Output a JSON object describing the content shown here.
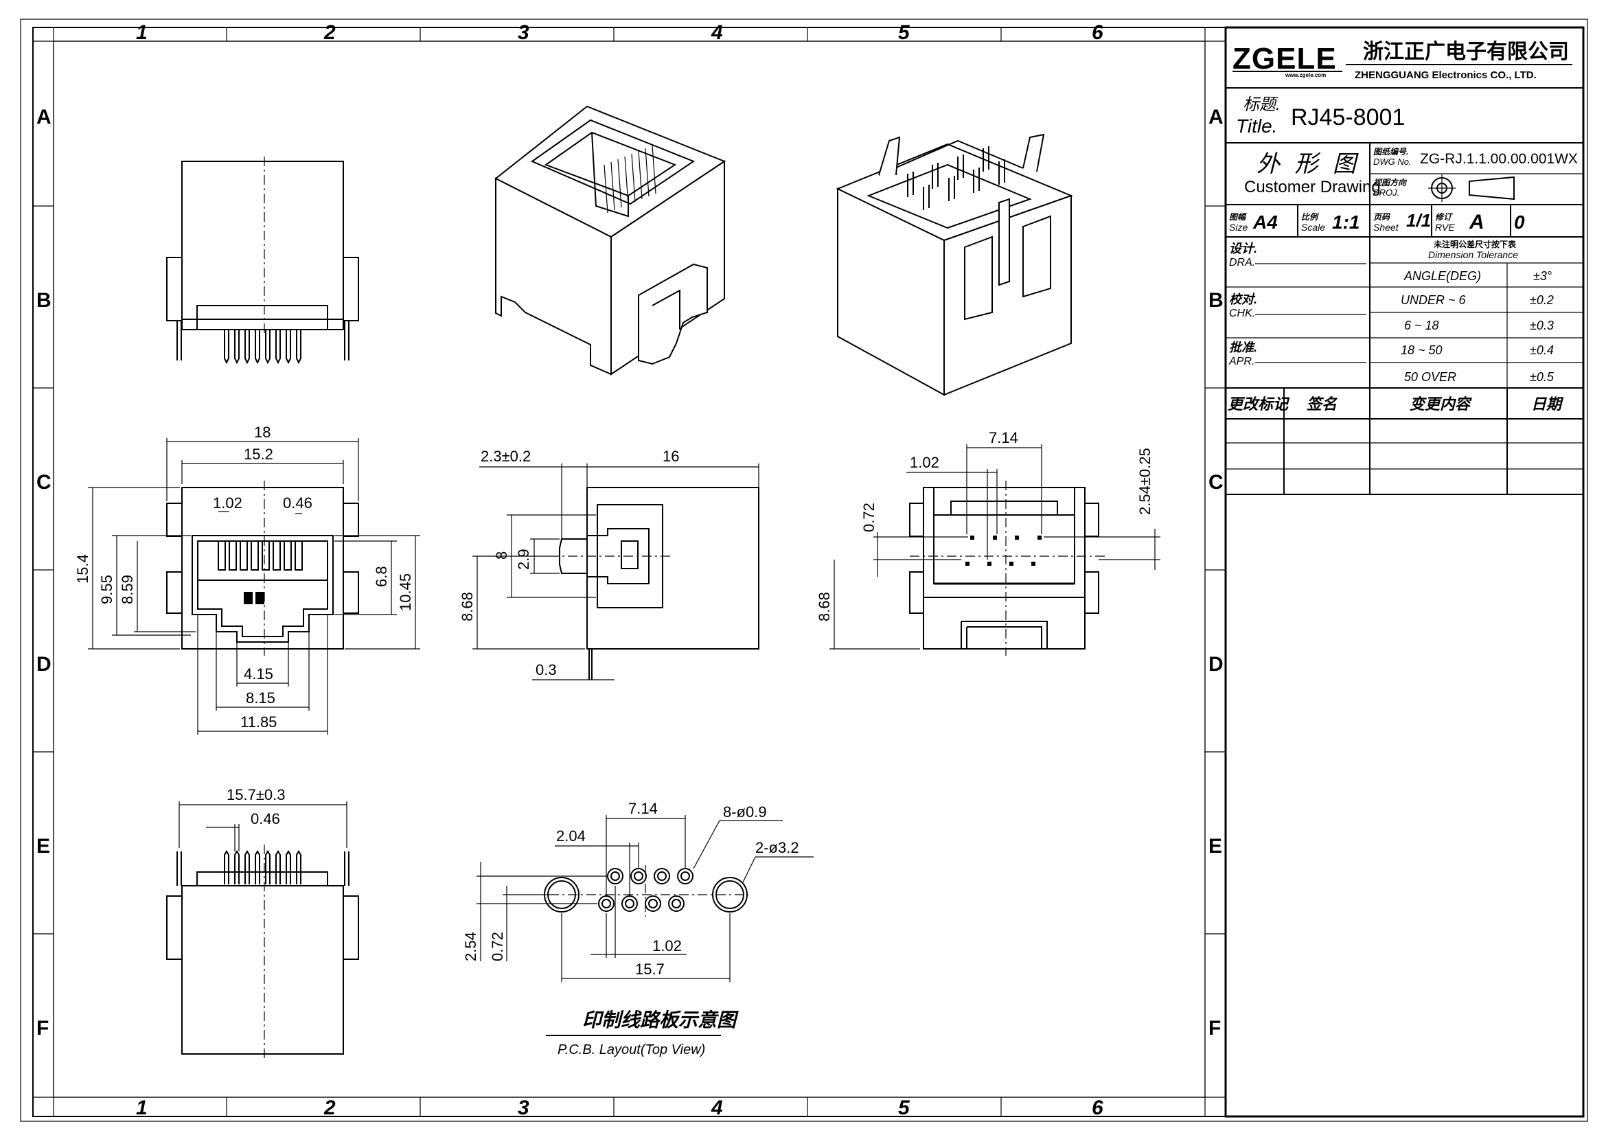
{
  "company": {
    "logo": "ZGELE",
    "logo_url": "www.zgele.com",
    "name_cn": "浙江正广电子有限公司",
    "name_en": "ZHENGGUANG Electronics CO., LTD."
  },
  "title_block": {
    "title_cn": "标题.",
    "title_en": "Title.",
    "title_value": "RJ45-8001",
    "drawing_type_cn": "外 形 图",
    "drawing_type_en": "Customer Drawing",
    "dwg_no_cn": "图纸编号.",
    "dwg_no_en": "DWG No.",
    "dwg_no_value": "ZG-RJ.1.1.00.00.001WX",
    "proj_cn": "视图方向",
    "proj_en": "PROJ.",
    "size_cn": "图幅",
    "size_en": "Size",
    "size_value": "A4",
    "scale_cn": "比例",
    "scale_en": "Scale",
    "scale_value": "1:1",
    "sheet_cn": "页码",
    "sheet_en": "Sheet",
    "sheet_value": "1/1",
    "rve_cn": "修订",
    "rve_en": "RVE",
    "rve_value": "A",
    "rve_num": "0",
    "dra_cn": "设计.",
    "dra_en": "DRA.",
    "chk_cn": "校对.",
    "chk_en": "CHK.",
    "apr_cn": "批准.",
    "apr_en": "APR.",
    "tol_header_cn": "未注明公差尺寸按下表",
    "tol_header_en": "Dimension Tolerance",
    "tolerances": [
      {
        "range": "ANGLE(DEG)",
        "tol": "±3°"
      },
      {
        "range": "UNDER ~ 6",
        "tol": "±0.2"
      },
      {
        "range": "6 ~ 18",
        "tol": "±0.3"
      },
      {
        "range": "18 ~ 50",
        "tol": "±0.4"
      },
      {
        "range": "50 OVER",
        "tol": "±0.5"
      }
    ],
    "change_headers": [
      "更改标记",
      "签名",
      "变更内容",
      "日期"
    ]
  },
  "zones": {
    "columns": [
      "1",
      "2",
      "3",
      "4",
      "5",
      "6"
    ],
    "rows": [
      "A",
      "B",
      "C",
      "D",
      "E",
      "F"
    ]
  },
  "dims": {
    "front_18": "18",
    "front_15_2": "15.2",
    "front_1_02": "1.02",
    "front_0_46": "0.46",
    "front_15_4": "15.4",
    "front_9_55": "9.55",
    "front_8_59": "8.59",
    "front_6_8": "6.8",
    "front_10_45": "10.45",
    "front_4_15": "4.15",
    "front_8_15": "8.15",
    "front_11_85": "11.85",
    "side_2_3": "2.3±0.2",
    "side_16": "16",
    "side_8": "8",
    "side_2_9": "2.9",
    "side_8_68": "8.68",
    "side_0_3": "0.3",
    "back_7_14": "7.14",
    "back_1_02": "1.02",
    "back_0_72": "0.72",
    "back_2_54": "2.54±0.25",
    "back_8_68": "8.68",
    "bot_15_7": "15.7±0.3",
    "bot_0_46": "0.46",
    "pcb_7_14": "7.14",
    "pcb_8_holes": "8-ø0.9",
    "pcb_2_04": "2.04",
    "pcb_2_holes": "2-ø3.2",
    "pcb_2_54": "2.54",
    "pcb_0_72": "0.72",
    "pcb_1_02": "1.02",
    "pcb_15_7": "15.7"
  },
  "pcb_caption_cn": "印制线路板示意图",
  "pcb_caption_en": "P.C.B. Layout(Top View)"
}
